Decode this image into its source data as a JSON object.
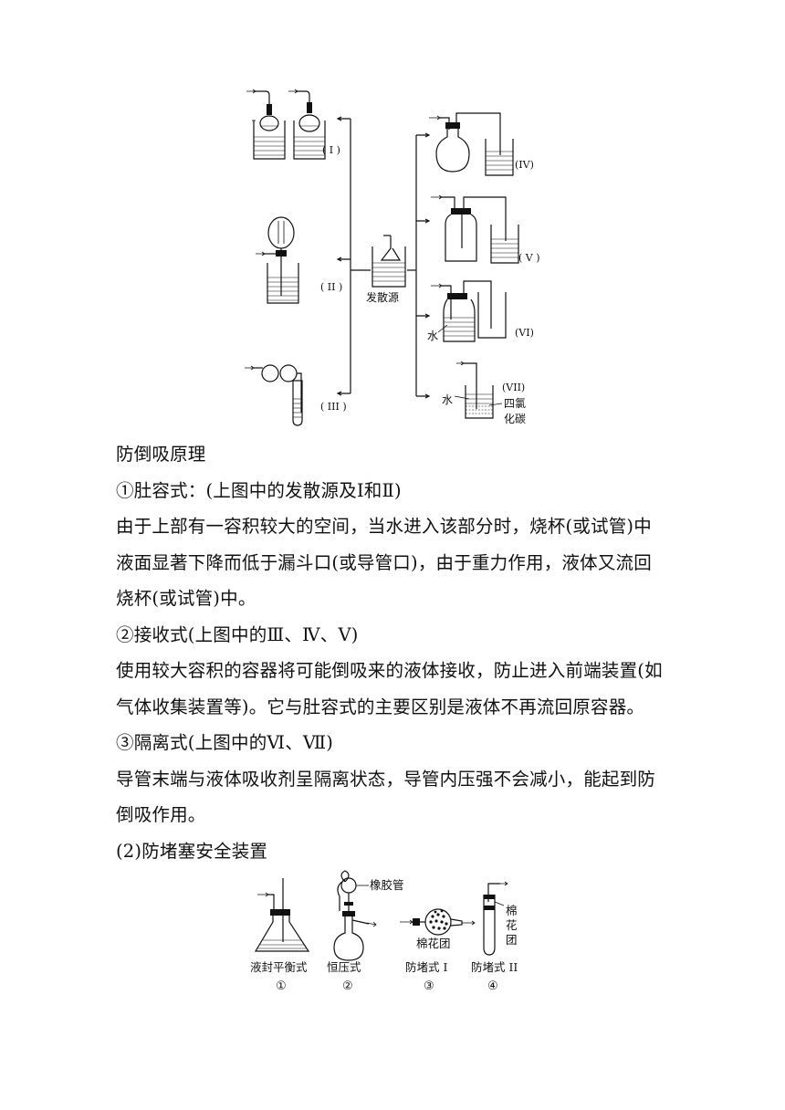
{
  "figure1": {
    "label_I": "( I )",
    "label_II": "( II )",
    "label_III": "( III )",
    "label_IV": "(IV)",
    "label_V": "( V )",
    "label_VI": "(VI)",
    "label_VII": "(VII)",
    "center_label": "发散源",
    "water_label_vi": "水",
    "water_label_vii": "水",
    "ccl4_label_1": "四氯",
    "ccl4_label_2": "化碳"
  },
  "text": {
    "heading": "防倒吸原理",
    "item1_title": "①肚容式：(上图中的发散源及Ⅰ和Ⅱ)",
    "item1_body_1": "由于上部有一容积较大的空间，当水进入该部分时，烧杯(或试管)中",
    "item1_body_2": "液面显著下降而低于漏斗口(或导管口)，由于重力作用，液体又流回",
    "item1_body_3": "烧杯(或试管)中。",
    "item2_title": "②接收式(上图中的Ⅲ、Ⅳ、Ⅴ)",
    "item2_body_1": "使用较大容积的容器将可能倒吸来的液体接收，防止进入前端装置(如",
    "item2_body_2": "气体收集装置等)。它与肚容式的主要区别是液体不再流回原容器。",
    "item3_title": "③隔离式(上图中的Ⅵ、Ⅶ)",
    "item3_body_1": "导管末端与液体吸收剂呈隔离状态，导管内压强不会减小，能起到防",
    "item3_body_2": "倒吸作用。",
    "section2_title": "(2)防堵塞安全装置"
  },
  "figure2": {
    "rubber_tube": "橡胶管",
    "cotton_ball": "棉花团",
    "cotton_vertical_1": "棉",
    "cotton_vertical_2": "花",
    "cotton_vertical_3": "团",
    "caption_1": "液封平衡式",
    "caption_2": "恒压式",
    "caption_3": "防堵式 I",
    "caption_4": "防堵式 II",
    "num_1": "①",
    "num_2": "②",
    "num_3": "③",
    "num_4": "④"
  }
}
